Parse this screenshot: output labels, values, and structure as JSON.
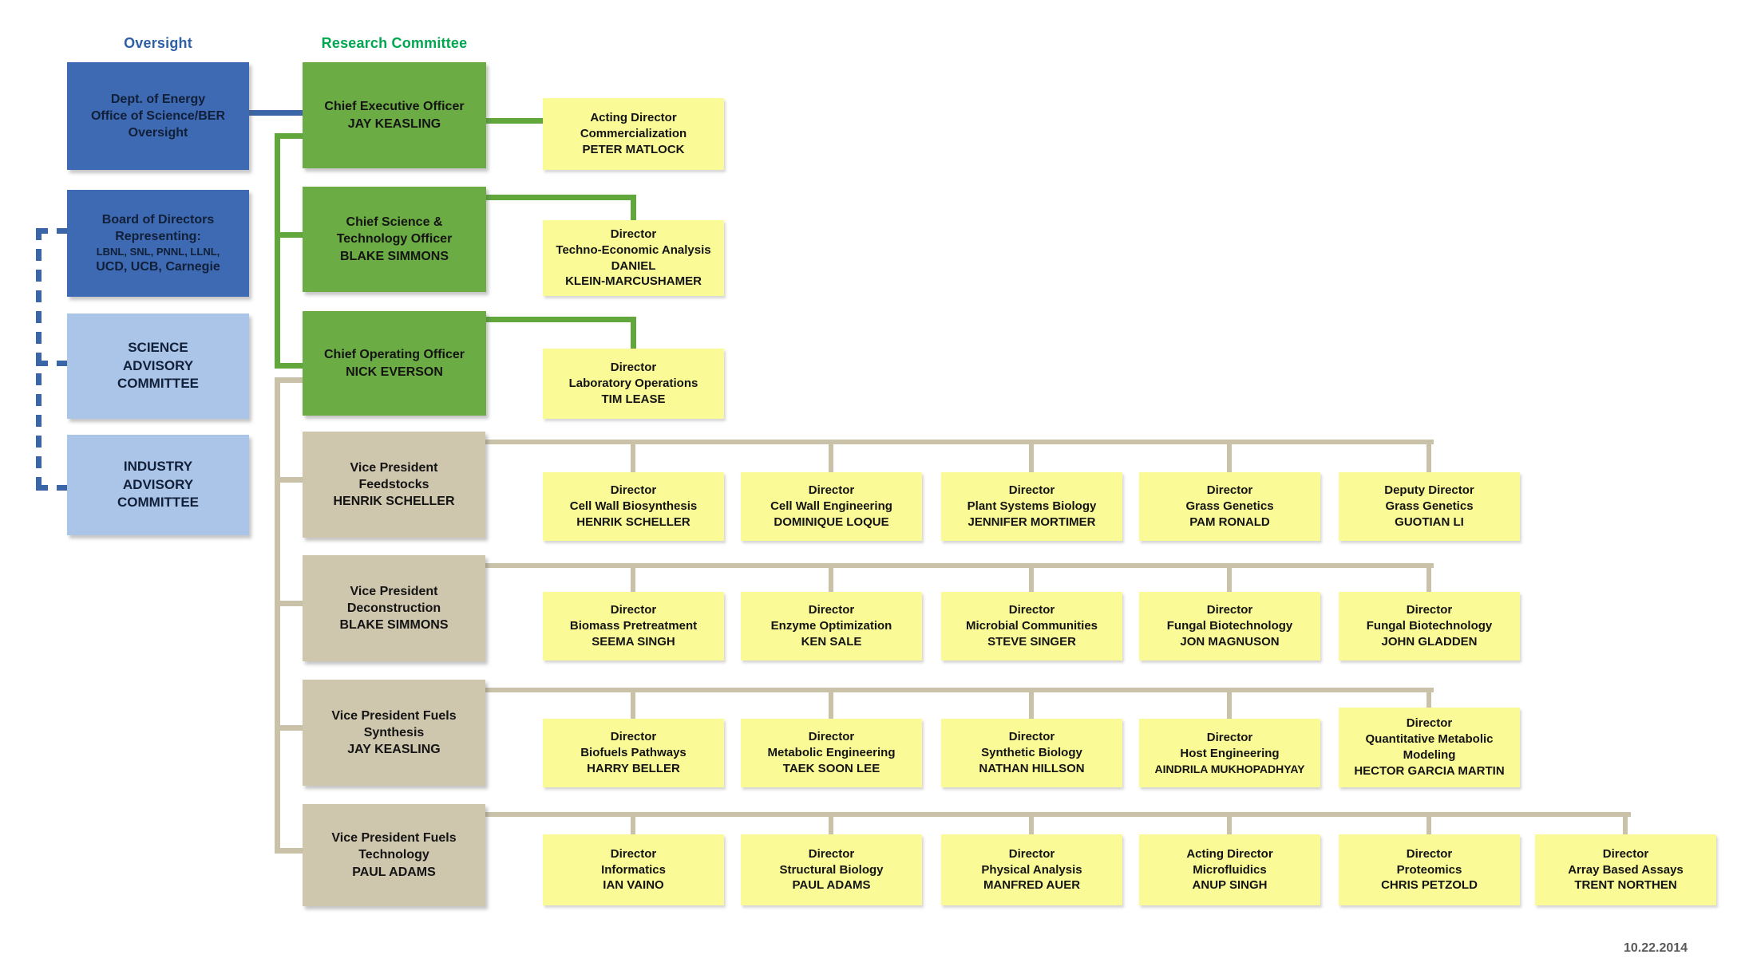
{
  "headers": {
    "oversight": "Oversight",
    "research": "Research Committee"
  },
  "footer": {
    "date": "10.22.2014"
  },
  "colors": {
    "dark_blue": "#3d6ab2",
    "light_blue": "#aac5e8",
    "green_box": "#6bad44",
    "tan_box": "#cec6ad",
    "yellow_box": "#fafa96",
    "line_blue": "#3a66a8",
    "line_green": "#61a73b",
    "line_tan": "#c9c1a8",
    "header_blue": "#2e5fa7",
    "header_green": "#00a650",
    "date_gray": "#595959",
    "text_dark": "#141414",
    "text_navy": "#121f38"
  },
  "nodes": [
    {
      "id": "doe",
      "group": "dark",
      "lines": [
        "Dept. of Energy",
        "Office of Science/BER",
        "Oversight"
      ]
    },
    {
      "id": "board",
      "group": "dark",
      "lines": [
        "Board of Directors",
        "Representing:",
        "LBNL, SNL, PNNL, LLNL,",
        "UCD, UCB, Carnegie"
      ]
    },
    {
      "id": "sac",
      "group": "light",
      "lines": [
        "SCIENCE",
        "ADVISORY",
        "COMMITTEE"
      ]
    },
    {
      "id": "iac",
      "group": "light",
      "lines": [
        "INDUSTRY",
        "ADVISORY",
        "COMMITTEE"
      ]
    },
    {
      "id": "ceo",
      "group": "green",
      "lines": [
        "Chief Executive Officer",
        "JAY KEASLING"
      ]
    },
    {
      "id": "csto",
      "group": "green",
      "lines": [
        "Chief Science &",
        "Technology Officer",
        "BLAKE SIMMONS"
      ]
    },
    {
      "id": "coo",
      "group": "green",
      "lines": [
        "Chief Operating Officer",
        "NICK EVERSON"
      ]
    },
    {
      "id": "vp_feedstocks",
      "group": "tan",
      "lines": [
        "Vice President",
        "Feedstocks",
        "HENRIK SCHELLER"
      ]
    },
    {
      "id": "vp_deconstruction",
      "group": "tan",
      "lines": [
        "Vice President",
        "Deconstruction",
        "BLAKE SIMMONS"
      ]
    },
    {
      "id": "vp_fuels_synthesis",
      "group": "tan",
      "lines": [
        "Vice President Fuels",
        "Synthesis",
        "JAY KEASLING"
      ]
    },
    {
      "id": "vp_fuels_technology",
      "group": "tan",
      "lines": [
        "Vice President Fuels",
        "Technology",
        "PAUL ADAMS"
      ]
    },
    {
      "id": "commercialization",
      "group": "yellow",
      "lines": [
        "Acting Director",
        "Commercialization",
        "PETER MATLOCK"
      ]
    },
    {
      "id": "techno_economic",
      "group": "yellow",
      "lines": [
        "Director",
        "Techno-Economic Analysis",
        "DANIEL",
        "KLEIN-MARCUSHAMER"
      ]
    },
    {
      "id": "lab_operations",
      "group": "yellow",
      "lines": [
        "Director",
        "Laboratory Operations",
        "TIM LEASE"
      ]
    },
    {
      "id": "cell_wall_biosynthesis",
      "group": "yellow",
      "lines": [
        "Director",
        "Cell Wall Biosynthesis",
        "HENRIK SCHELLER"
      ]
    },
    {
      "id": "cell_wall_engineering",
      "group": "yellow",
      "lines": [
        "Director",
        "Cell Wall Engineering",
        "DOMINIQUE LOQUE"
      ]
    },
    {
      "id": "plant_systems_biology",
      "group": "yellow",
      "lines": [
        "Director",
        "Plant Systems Biology",
        "JENNIFER MORTIMER"
      ]
    },
    {
      "id": "grass_genetics",
      "group": "yellow",
      "lines": [
        "Director",
        "Grass Genetics",
        "PAM RONALD"
      ]
    },
    {
      "id": "deputy_grass_genetics",
      "group": "yellow",
      "lines": [
        "Deputy Director",
        "Grass Genetics",
        "GUOTIAN LI"
      ]
    },
    {
      "id": "biomass_pretreatment",
      "group": "yellow",
      "lines": [
        "Director",
        "Biomass Pretreatment",
        "SEEMA SINGH"
      ]
    },
    {
      "id": "enzyme_optimization",
      "group": "yellow",
      "lines": [
        "Director",
        "Enzyme Optimization",
        "KEN SALE"
      ]
    },
    {
      "id": "microbial_communities",
      "group": "yellow",
      "lines": [
        "Director",
        "Microbial Communities",
        "STEVE SINGER"
      ]
    },
    {
      "id": "fungal_biotech_magnuson",
      "group": "yellow",
      "lines": [
        "Director",
        "Fungal Biotechnology",
        "JON MAGNUSON"
      ]
    },
    {
      "id": "fungal_biotech_gladden",
      "group": "yellow",
      "lines": [
        "Director",
        "Fungal Biotechnology",
        "JOHN GLADDEN"
      ]
    },
    {
      "id": "biofuels_pathways",
      "group": "yellow",
      "lines": [
        "Director",
        "Biofuels Pathways",
        "HARRY BELLER"
      ]
    },
    {
      "id": "metabolic_engineering",
      "group": "yellow",
      "lines": [
        "Director",
        "Metabolic Engineering",
        "TAEK SOON LEE"
      ]
    },
    {
      "id": "synthetic_biology",
      "group": "yellow",
      "lines": [
        "Director",
        "Synthetic Biology",
        "NATHAN HILLSON"
      ]
    },
    {
      "id": "host_engineering",
      "group": "yellow",
      "lines": [
        "Director",
        "Host Engineering",
        "AINDRILA MUKHOPADHYAY"
      ]
    },
    {
      "id": "quant_metabolic_modeling",
      "group": "yellow",
      "lines": [
        "Director",
        "Quantitative Metabolic",
        "Modeling",
        "HECTOR GARCIA MARTIN"
      ]
    },
    {
      "id": "informatics",
      "group": "yellow",
      "lines": [
        "Director",
        "Informatics",
        "IAN VAINO"
      ]
    },
    {
      "id": "structural_biology",
      "group": "yellow",
      "lines": [
        "Director",
        "Structural Biology",
        "PAUL ADAMS"
      ]
    },
    {
      "id": "physical_analysis",
      "group": "yellow",
      "lines": [
        "Director",
        "Physical Analysis",
        "MANFRED AUER"
      ]
    },
    {
      "id": "microfluidics",
      "group": "yellow",
      "lines": [
        "Acting Director",
        "Microfluidics",
        "ANUP SINGH"
      ]
    },
    {
      "id": "proteomics",
      "group": "yellow",
      "lines": [
        "Director",
        "Proteomics",
        "CHRIS PETZOLD"
      ]
    },
    {
      "id": "array_based_assays",
      "group": "yellow",
      "lines": [
        "Director",
        "Array Based Assays",
        "TRENT NORTHEN"
      ]
    }
  ]
}
